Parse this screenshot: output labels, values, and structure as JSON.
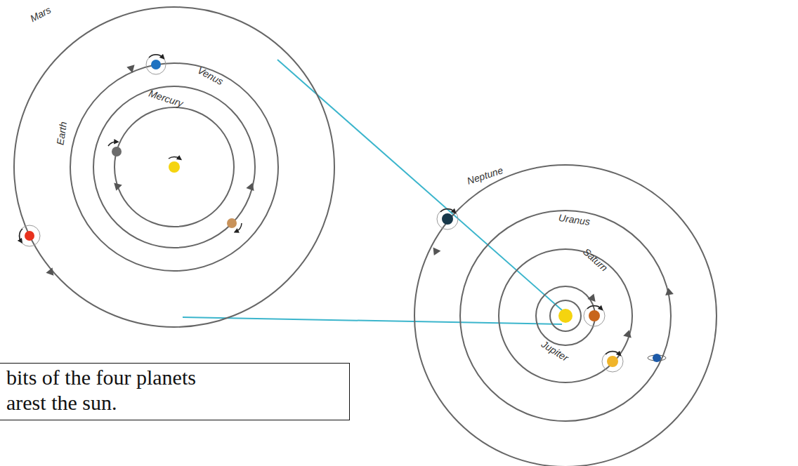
{
  "diagram": {
    "nodes": [
      {
        "text": [
          "bits of the four planets arest the sun."
        ]
      }
    ],
    "labels": [
      "Mars",
      "Venus",
      "Mercury",
      "Earth",
      "Neptune",
      "Uranus",
      "Saturn",
      "Jupiter"
    ]
  }
}
